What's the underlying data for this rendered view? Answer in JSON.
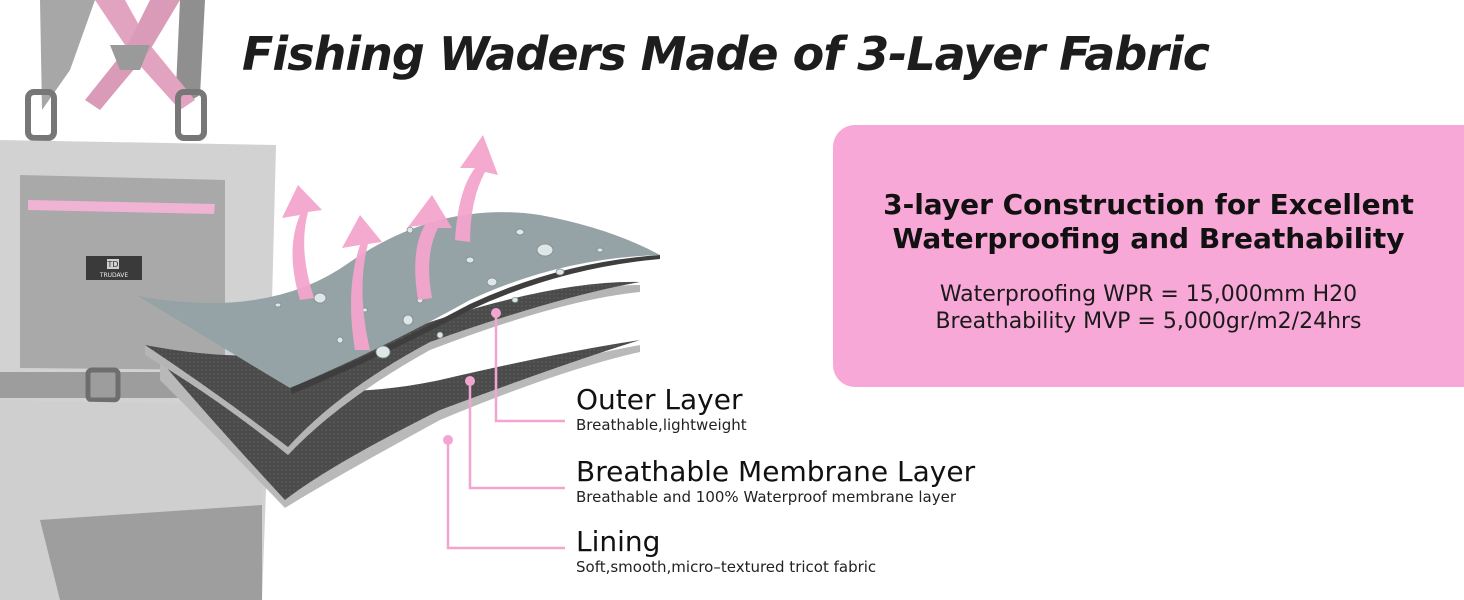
{
  "headline": "Fishing Waders Made of 3-Layer Fabric",
  "brand_logo_text": "TRUDAVE",
  "brand_logo_mark": "TD",
  "info_card": {
    "heading_line1": "3-layer Construction for Excellent",
    "heading_line2": "Waterproofing and Breathability",
    "spec_waterproofing": "Waterproofing WPR = 15,000mm H20",
    "spec_breathability": "Breathability MVP = 5,000gr/m2/24hrs"
  },
  "layers": [
    {
      "title": "Outer Layer",
      "description": "Breathable,lightweight"
    },
    {
      "title": "Breathable Membrane Layer",
      "description": "Breathable and 100% Waterproof membrane layer"
    },
    {
      "title": "Lining",
      "description": "Soft,smooth,micro–textured tricot fabric"
    }
  ],
  "colors": {
    "accent_pink": "#f7a8d7",
    "leader_pink": "#f2a6cf",
    "outer_layer": "#96a3a6",
    "membrane_layer": "#4a4a4a",
    "wader_grey": "#c9c9c9"
  }
}
